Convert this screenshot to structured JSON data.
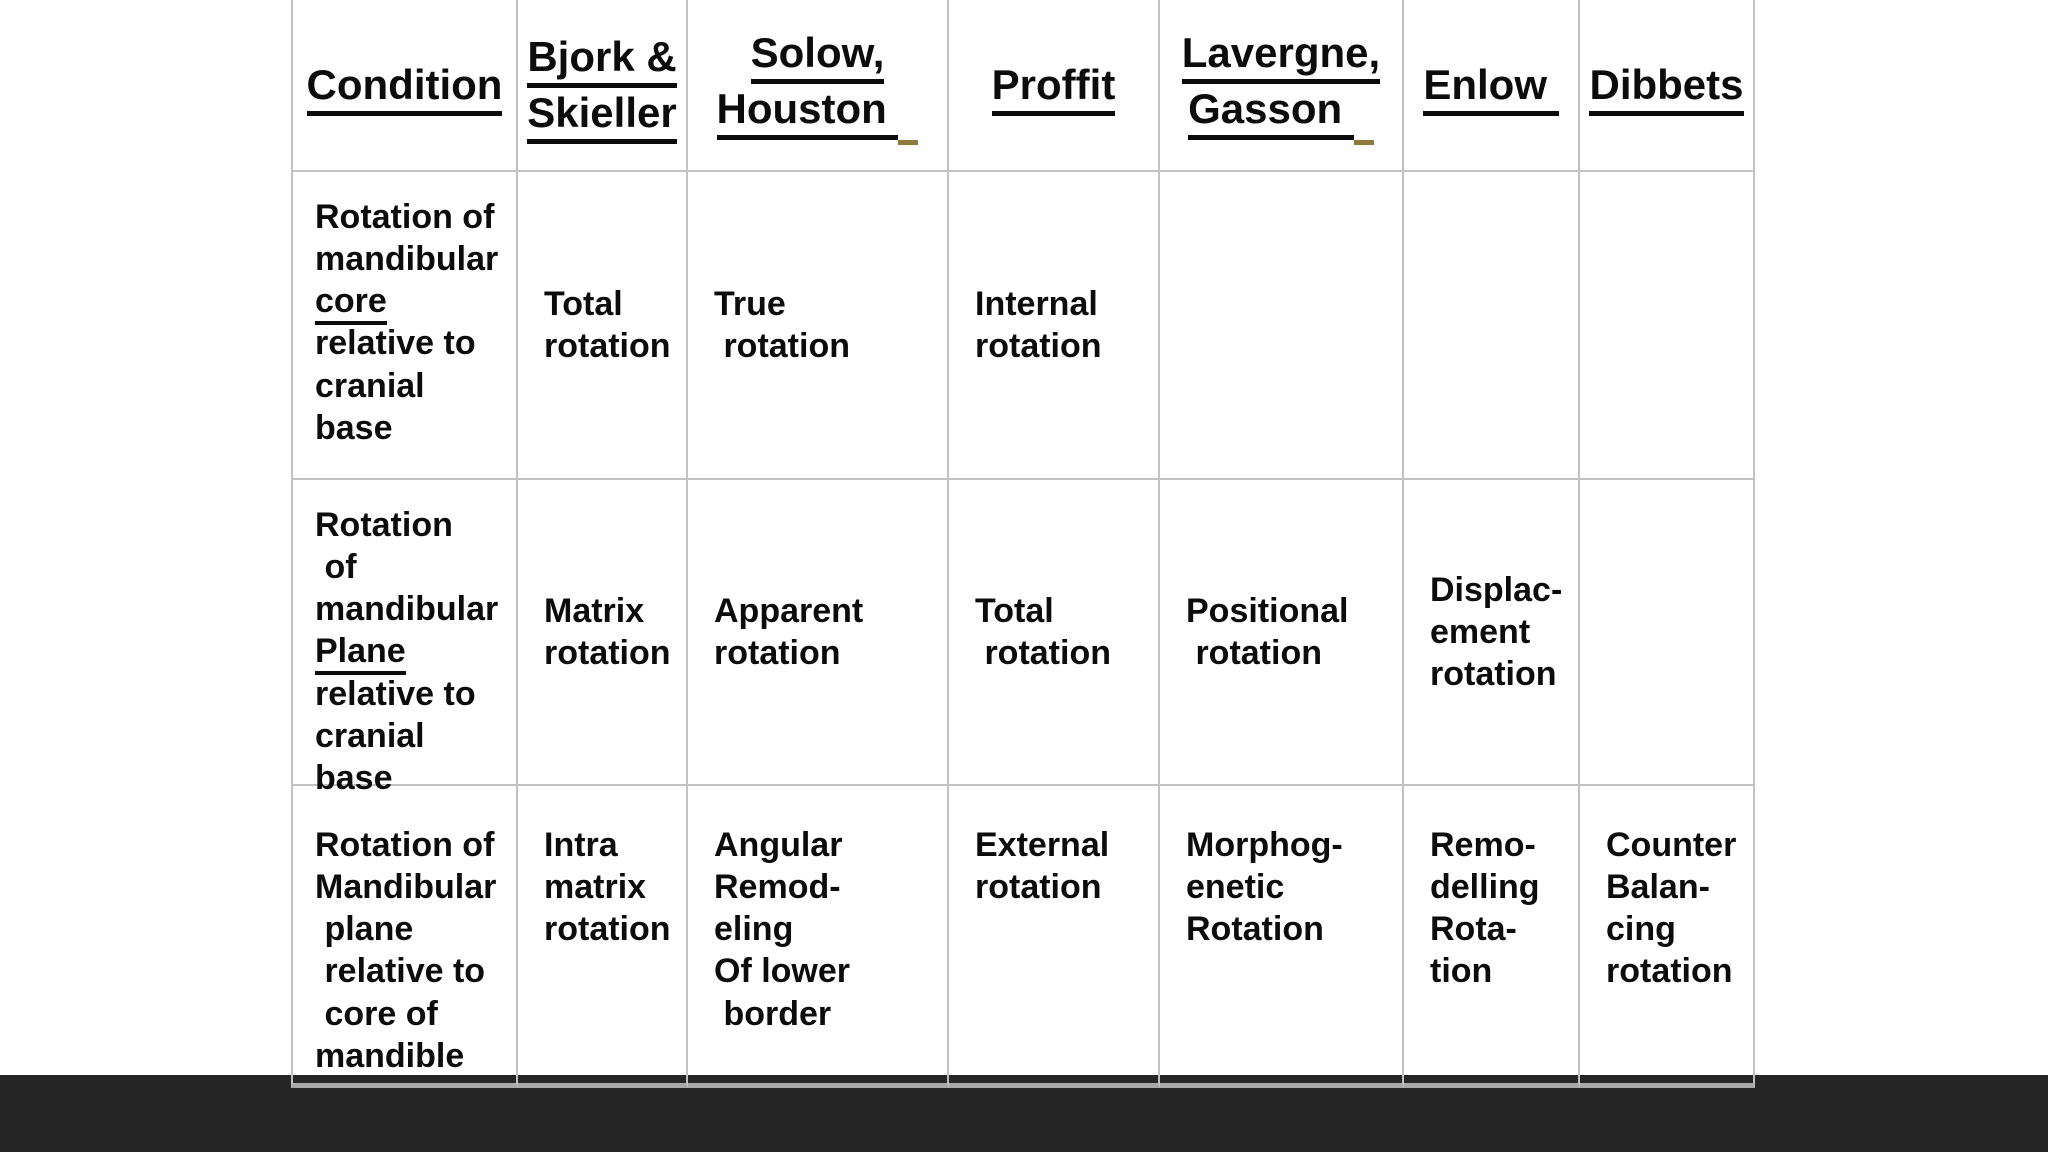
{
  "page": {
    "background": "#ffffff",
    "colors": {
      "dark_band": "#262626",
      "table_border": "#c2c2c2",
      "table_bottom_border": "#a8a8a8",
      "underline": "#0c0c0c",
      "underline_tail_accent": "#8d7a3d"
    }
  },
  "table": {
    "headers": {
      "condition": "Condition",
      "bjork_line1": "Bjork &",
      "bjork_line2": "Skieller",
      "solow_line1": "Solow,",
      "solow_line2": "Houston",
      "proffit": "Proffit",
      "lavergne_line1": "Lavergne,",
      "lavergne_line2": "Gasson",
      "enlow": "Enlow",
      "dibbets": "Dibbets"
    },
    "rows": {
      "r1": {
        "condition_pre": "Rotation of\nmandibular",
        "condition_u": "core",
        "condition_post": "relative to\ncranial\nbase",
        "bjork": "Total\nrotation",
        "solow": "True\n rotation",
        "proffit": "Internal\nrotation",
        "lavergne": "",
        "enlow": "",
        "dibbets": ""
      },
      "r2": {
        "condition_pre": "Rotation\n of\nmandibular",
        "condition_u": "Plane",
        "condition_post": "relative to\ncranial base",
        "bjork": "Matrix\nrotation",
        "solow": "Apparent\nrotation",
        "proffit": "Total\n rotation",
        "lavergne": "Positional\n rotation",
        "enlow": "Displac-\nement\nrotation",
        "dibbets": ""
      },
      "r3": {
        "condition": "Rotation of\nMandibular\n plane\n relative to\n core of\nmandible",
        "bjork": "Intra\nmatrix\nrotation",
        "solow": "Angular\nRemod-\neling\nOf lower\n border",
        "proffit": "External\nrotation",
        "lavergne": "Morphog-\nenetic\nRotation",
        "enlow": "Remo-\ndelling\nRota-\ntion",
        "dibbets": "Counter\nBalan-\ncing\nrotation"
      }
    }
  }
}
